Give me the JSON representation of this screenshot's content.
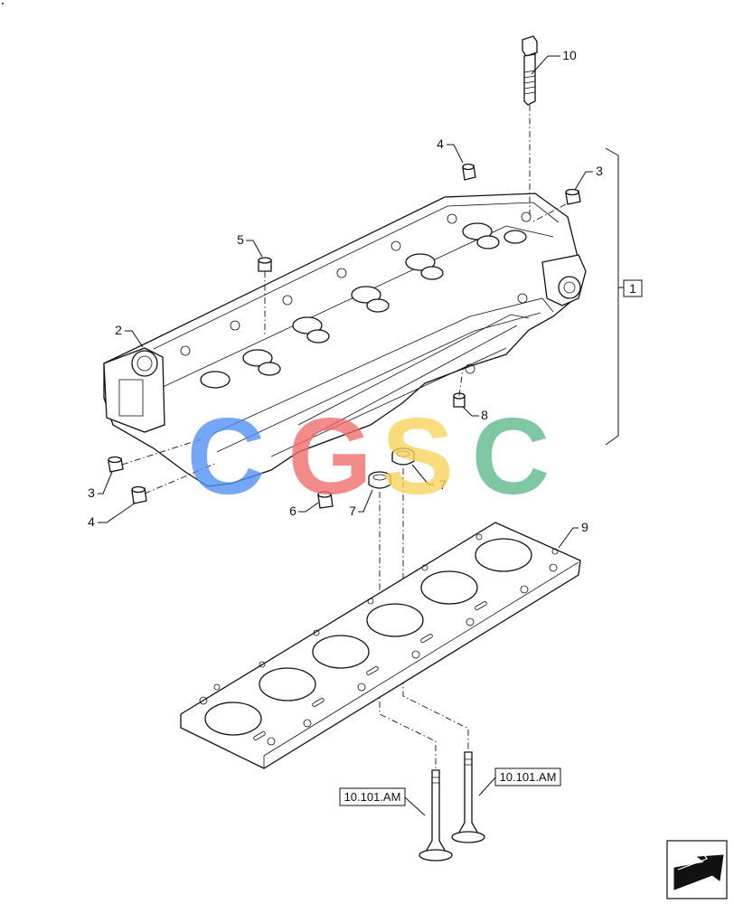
{
  "callouts": {
    "c1": "1",
    "c2": "2",
    "c3_top": "3",
    "c3_left": "3",
    "c4_top": "4",
    "c4_left": "4",
    "c5": "5",
    "c6": "6",
    "c7_left": "7",
    "c7_right": "7",
    "c8": "8",
    "c9": "9",
    "c10": "10"
  },
  "references": {
    "left": "10.101.AM",
    "right": "10.101.AM"
  },
  "watermark": {
    "text": "CGSC",
    "colors": [
      "#4f8ef7",
      "#f26b6b",
      "#f7d35a",
      "#5cb88a"
    ]
  }
}
